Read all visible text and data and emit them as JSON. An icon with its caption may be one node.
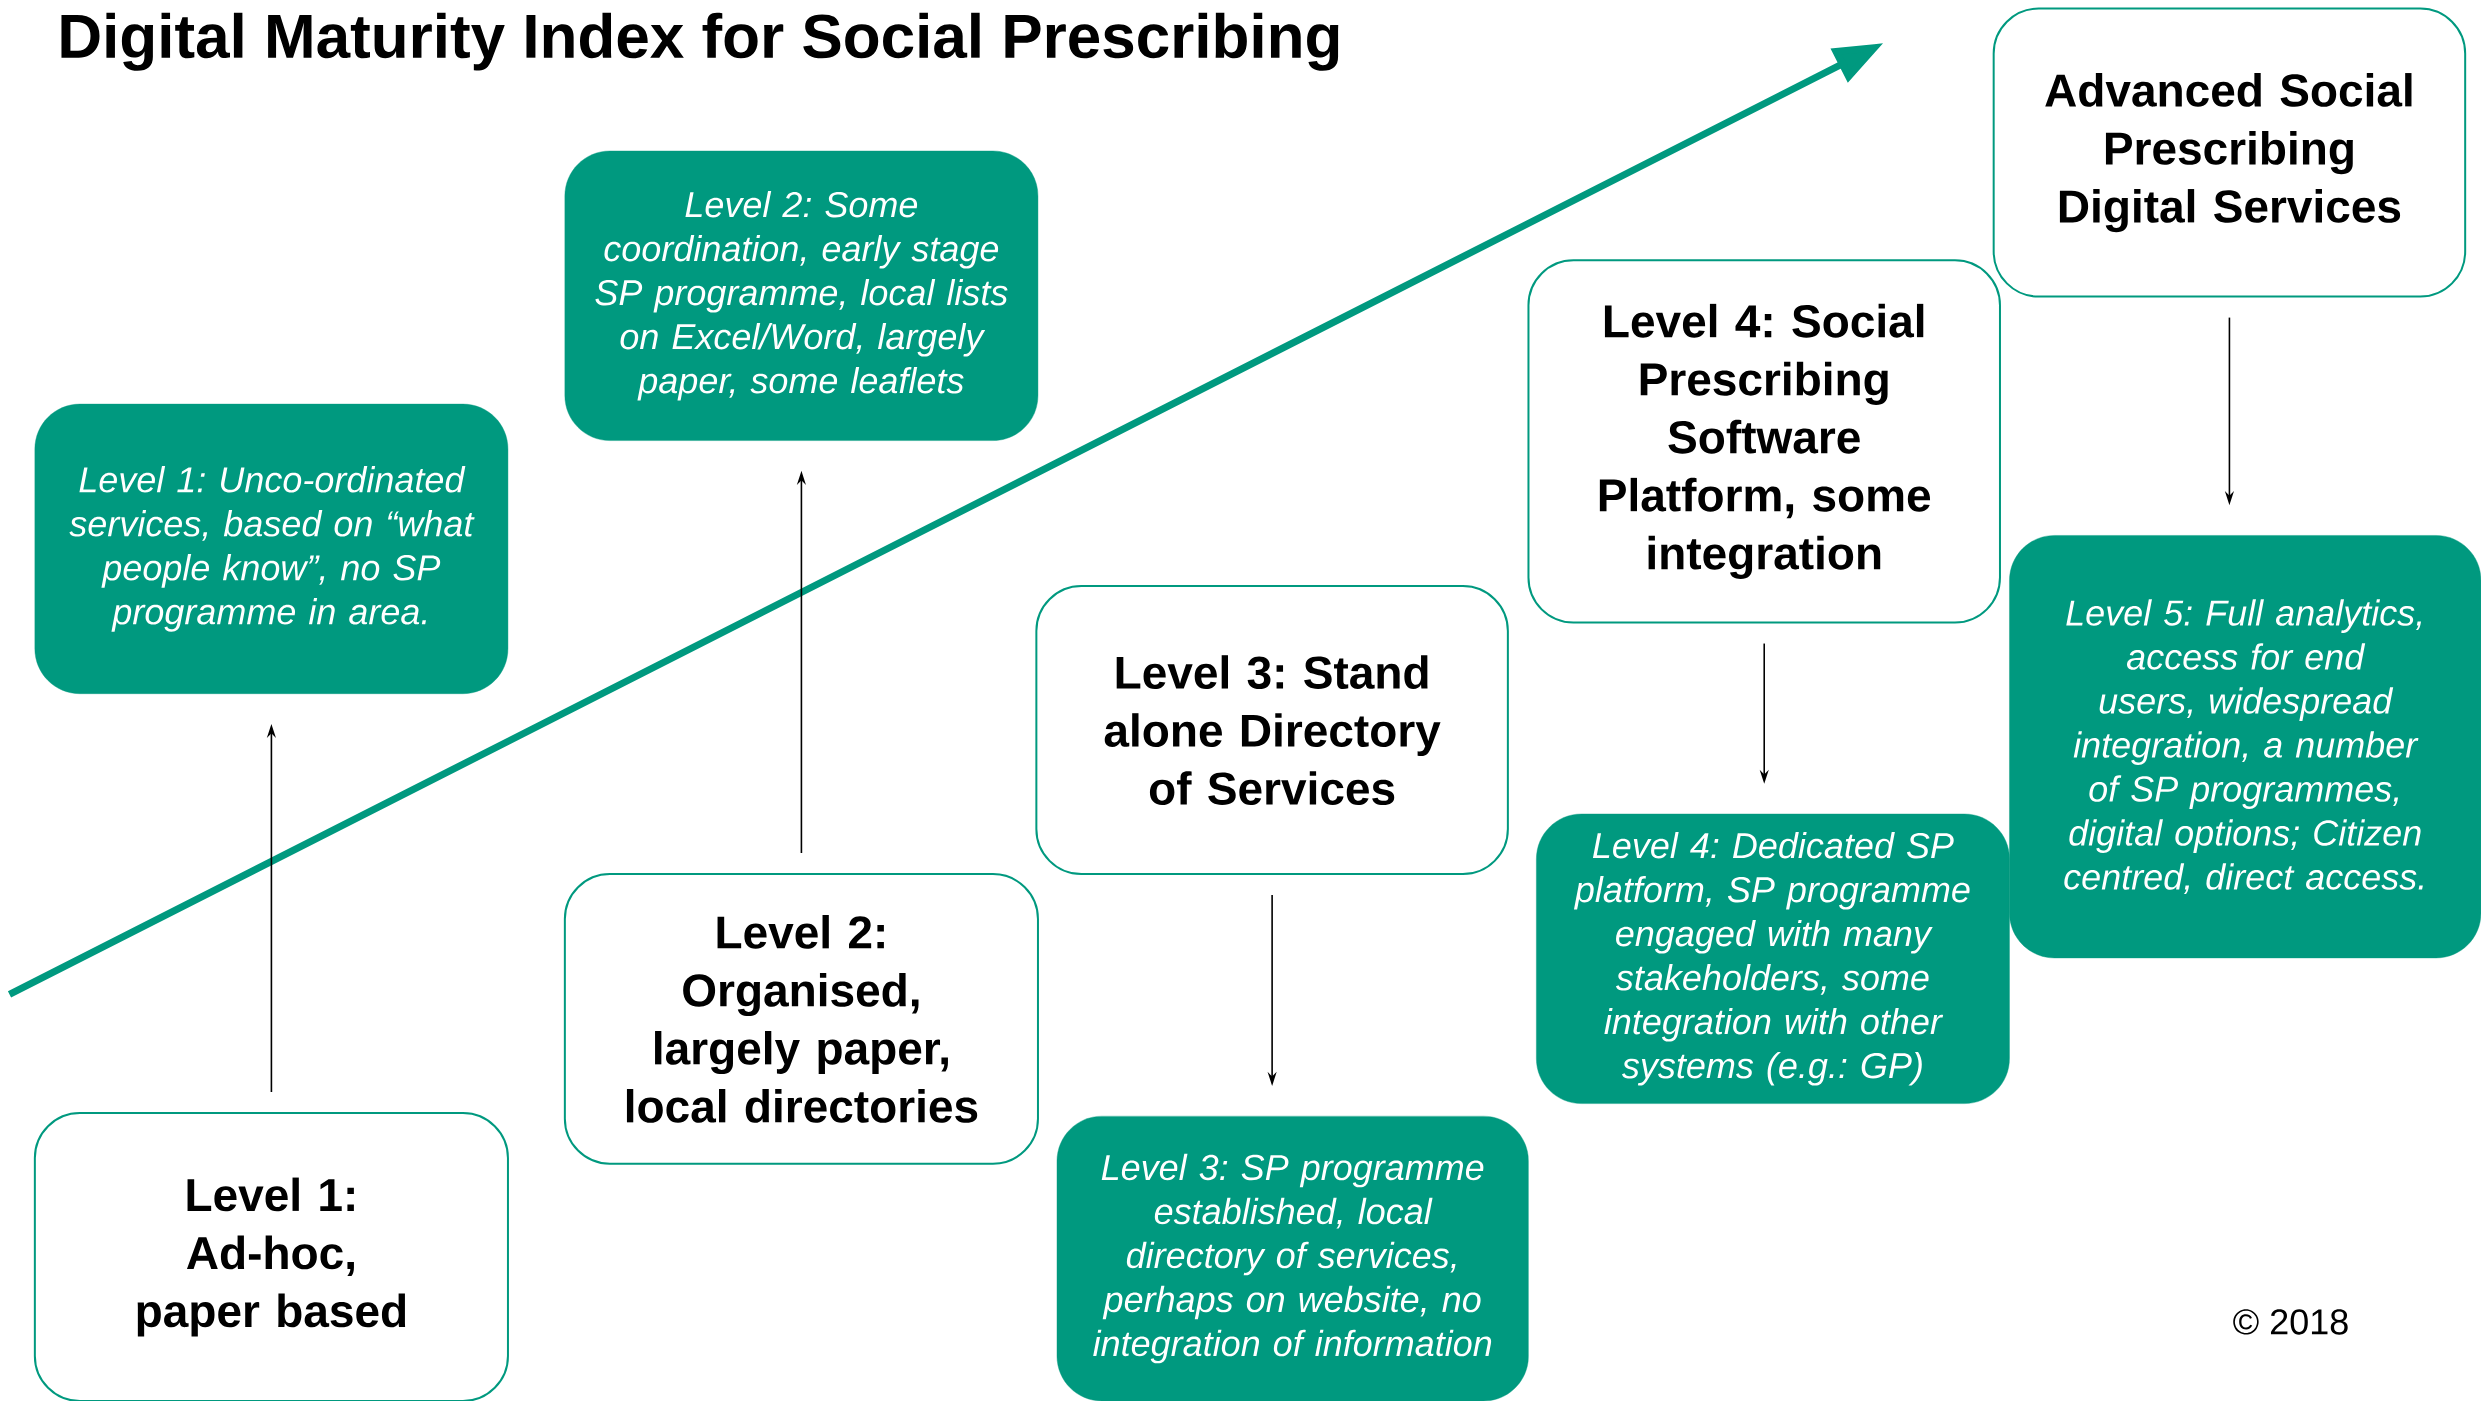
{
  "diagram": {
    "title": "Digital Maturity Index for Social Prescribing",
    "nodes": [
      {
        "text": [
          "Level 1: Unco-ordinated services, based on “what people know”, no SP programme in area."
        ]
      },
      {
        "text": [
          "Level 1: Ad-hoc, paper based"
        ]
      },
      {
        "text": [
          "Level 2: Some coordination, early stage SP programme, local lists on Excel/Word, largely paper, some leaflets"
        ]
      },
      {
        "text": [
          "Level 2: Organised, largely paper, local directories"
        ]
      },
      {
        "text": [
          "Level 3: Stand alone Directory of Services"
        ]
      },
      {
        "text": [
          "Level 3: SP programme established, local directory of services, perhaps on website, no integration of information"
        ]
      },
      {
        "text": [
          "Level 4: Social Prescribing Software Platform, some integration"
        ]
      },
      {
        "text": [
          "Level 4: Dedicated SP platform, SP programme engaged with many stakeholders, some integration with other systems (e.g.: GP)"
        ]
      },
      {
        "text": [
          "Advanced Social Prescribing Digital Services"
        ]
      },
      {
        "text": [
          "Level 5: Full analytics, access for end users, widespread integration, a number of SP programmes, digital options; Citizen centred, direct access."
        ]
      }
    ],
    "edges": [
      {
        "from": 1,
        "to": 0,
        "arrow": "to"
      },
      {
        "from": 3,
        "to": 2,
        "arrow": "to"
      },
      {
        "from": 4,
        "to": 5,
        "arrow": "to"
      },
      {
        "from": 6,
        "to": 7,
        "arrow": "to"
      },
      {
        "from": 8,
        "to": 9,
        "arrow": "to"
      }
    ],
    "labels": [
      "© 2018"
    ]
  }
}
